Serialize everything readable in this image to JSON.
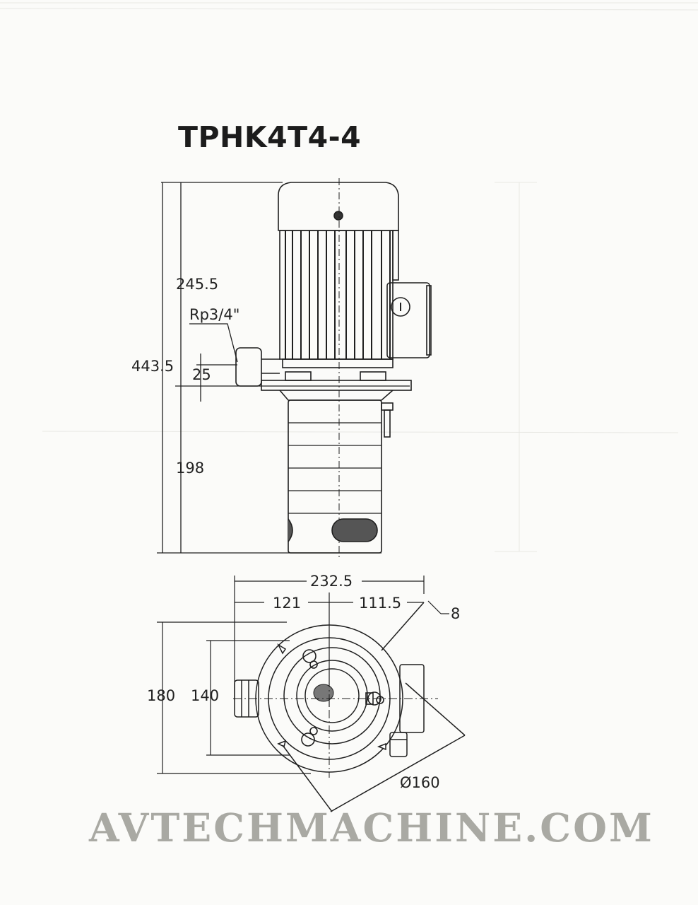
{
  "title": "TPHK4T4-4",
  "side_view": {
    "dim_total": "443.5",
    "dim_upper": "245.5",
    "dim_lower": "198",
    "dim_outlet_height": "25",
    "outlet_thread": "Rp3/4\""
  },
  "top_view": {
    "dim_width_total": "232.5",
    "dim_left": "121",
    "dim_right": "111.5",
    "dim_hole": "8",
    "dim_depth_outer": "180",
    "dim_depth_inner": "140",
    "dim_flange_diameter": "Ø160"
  },
  "watermark": "AVTECHMACHINE.COM"
}
